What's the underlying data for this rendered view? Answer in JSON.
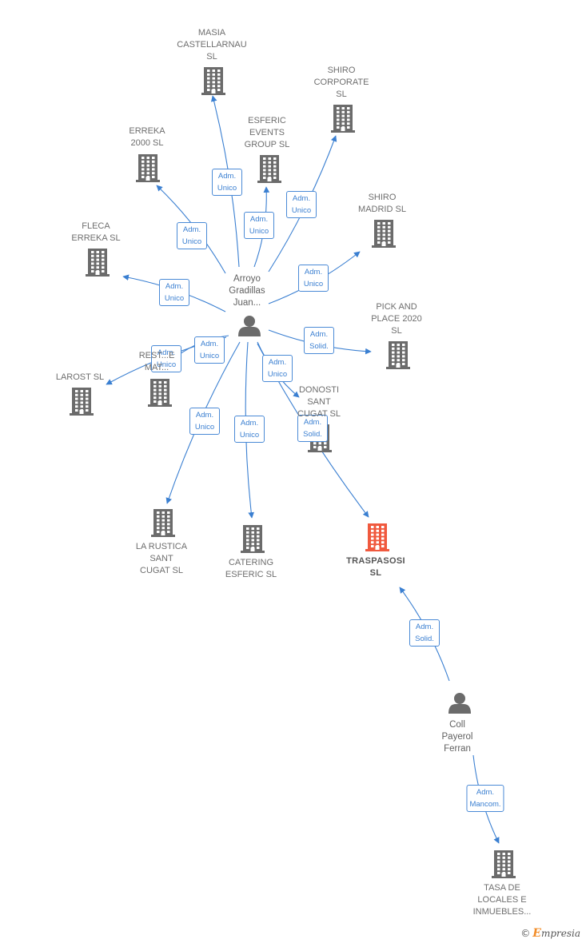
{
  "nodes": [
    {
      "id": "arroyo",
      "kind": "person",
      "label": "Arroyo\nGradillas\nJuan..."
    },
    {
      "id": "coll",
      "kind": "person",
      "label": "Coll\nPayerol\nFerran"
    },
    {
      "id": "masia",
      "kind": "company",
      "label": "MASIA\nCASTELLARNAU\nSL"
    },
    {
      "id": "shiro_corp",
      "kind": "company",
      "label": "SHIRO\nCORPORATE\nSL"
    },
    {
      "id": "esferic_events",
      "kind": "company",
      "label": "ESFERIC\nEVENTS\nGROUP  SL"
    },
    {
      "id": "erreka",
      "kind": "company",
      "label": "ERREKA\n2000 SL"
    },
    {
      "id": "shiro_madrid",
      "kind": "company",
      "label": "SHIRO\nMADRID  SL"
    },
    {
      "id": "fleca",
      "kind": "company",
      "label": "FLECA\nERREKA  SL"
    },
    {
      "id": "pick",
      "kind": "company",
      "label": "PICK AND\nPLACE 2020\nSL"
    },
    {
      "id": "rest",
      "kind": "company",
      "label": "REST...E\nMAT..."
    },
    {
      "id": "larost",
      "kind": "company",
      "label": "LAROST  SL"
    },
    {
      "id": "donosti",
      "kind": "company",
      "label": "DONOSTI\nSANT\nCUGAT SL"
    },
    {
      "id": "rustica",
      "kind": "company",
      "label": "LA RUSTICA\nSANT\nCUGAT  SL"
    },
    {
      "id": "catering",
      "kind": "company",
      "label": "CATERING\nESFERIC  SL"
    },
    {
      "id": "traspasosi",
      "kind": "focus",
      "label": "TRASPASOSI\nSL"
    },
    {
      "id": "tasa",
      "kind": "company",
      "label": "TASA DE\nLOCALES E\nINMUEBLES..."
    }
  ],
  "edges": [
    {
      "from": "arroyo",
      "to": "masia",
      "label": "Adm.\nUnico"
    },
    {
      "from": "arroyo",
      "to": "shiro_corp",
      "label": "Adm.\nUnico"
    },
    {
      "from": "arroyo",
      "to": "esferic_events",
      "label": "Adm.\nUnico"
    },
    {
      "from": "arroyo",
      "to": "erreka",
      "label": "Adm.\nUnico"
    },
    {
      "from": "arroyo",
      "to": "shiro_madrid",
      "label": "Adm.\nUnico"
    },
    {
      "from": "arroyo",
      "to": "fleca",
      "label": "Adm.\nUnico"
    },
    {
      "from": "arroyo",
      "to": "pick",
      "label": "Adm.\nSolid."
    },
    {
      "from": "arroyo",
      "to": "rest",
      "label": "Adm.\nUnico"
    },
    {
      "from": "arroyo",
      "to": "larost",
      "label": "Adm.\nUnico"
    },
    {
      "from": "arroyo",
      "to": "donosti",
      "label": "Adm.\nUnico"
    },
    {
      "from": "arroyo",
      "to": "rustica",
      "label": "Adm.\nUnico"
    },
    {
      "from": "arroyo",
      "to": "catering",
      "label": "Adm.\nUnico"
    },
    {
      "from": "arroyo",
      "to": "traspasosi",
      "label": "Adm.\nSolid."
    },
    {
      "from": "coll",
      "to": "traspasosi",
      "label": "Adm.\nSolid."
    },
    {
      "from": "coll",
      "to": "tasa",
      "label": "Adm.\nMancom."
    }
  ],
  "colors": {
    "edge": "#3a7fd1",
    "company": "#6b6b6b",
    "focus": "#f0593e",
    "person": "#6b6b6b"
  },
  "footer": {
    "symbol": "©",
    "brand_initial": "E",
    "brand_rest": "mpresia"
  }
}
